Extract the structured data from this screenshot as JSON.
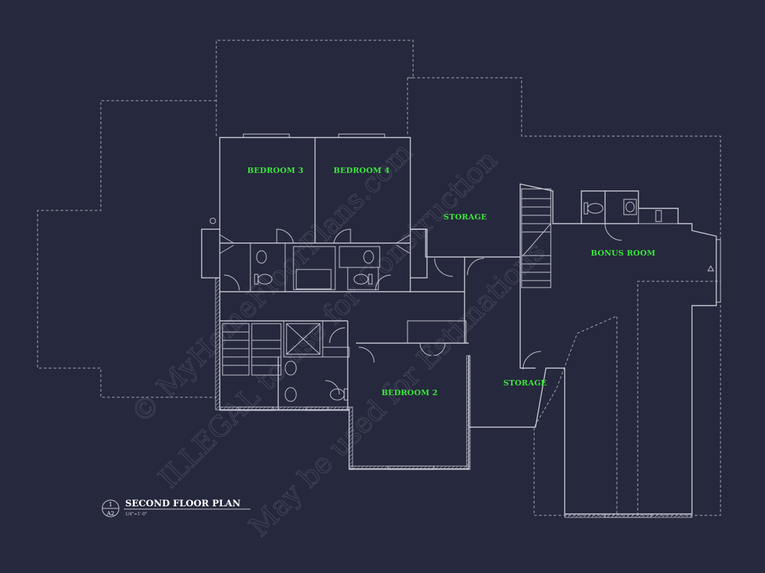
{
  "plan": {
    "title": "SECOND FLOOR PLAN",
    "scale": "1/4\"=1'-0\"",
    "callout_number": "1",
    "callout_sheet": "A2"
  },
  "rooms": {
    "bedroom_3": "BEDROOM 3",
    "bedroom_4": "BEDROOM 4",
    "storage_upper": "STORAGE",
    "bonus_room": "BONUS ROOM",
    "bedroom_2": "BEDROOM 2",
    "storage_lower": "STORAGE"
  },
  "watermark": {
    "line1": "© MyHomeFloorPlans.com",
    "line2": "ILLEGAL to use for Construction",
    "line3": "May be used for Estimations"
  },
  "colors": {
    "background": "#26283d",
    "linework": "#c9cbd6",
    "room_labels": "#39e639"
  }
}
